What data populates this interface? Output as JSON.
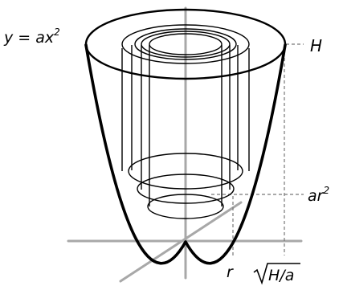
{
  "labels": {
    "curve": "y = ax",
    "curve_exp": "2",
    "height": "H",
    "ring_height": "ar",
    "ring_height_exp": "2",
    "radius": "r",
    "outer_radius": "H/a"
  },
  "colors": {
    "ink": "#000000",
    "axis": "#a8a8a8"
  }
}
